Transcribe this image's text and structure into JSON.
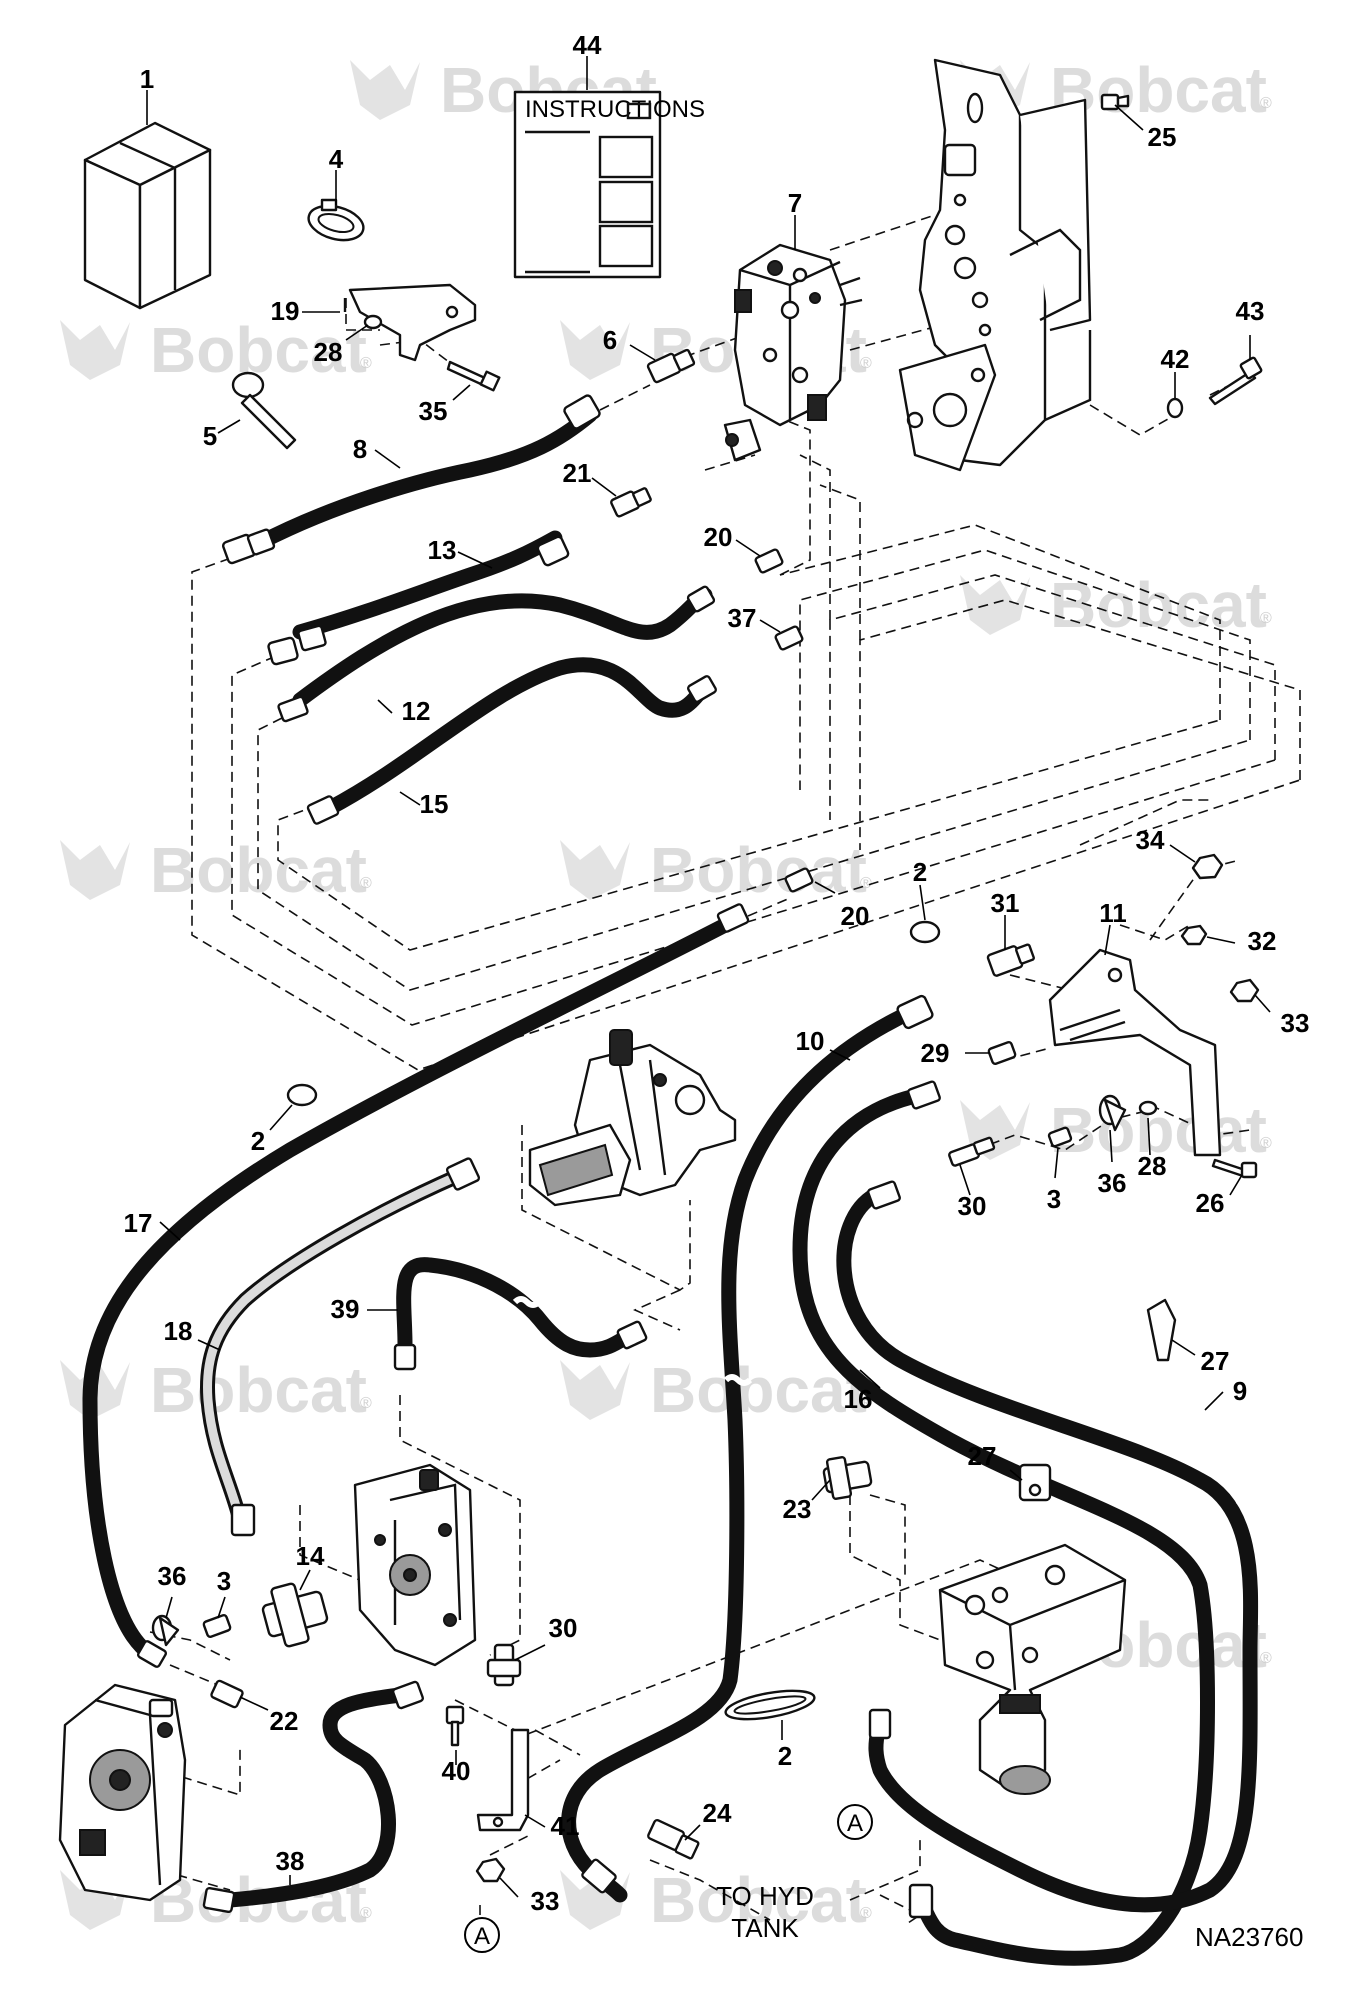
{
  "watermark": {
    "brand": "Bobcat",
    "mark": "®"
  },
  "document": {
    "drawing_number": "NA23760"
  },
  "instructions_sheet": {
    "heading": "INSTRUCTIONS"
  },
  "notes": {
    "hyd_tank_line1": "TO HYD",
    "hyd_tank_line2": "TANK"
  },
  "connection_refs": [
    {
      "label": "A"
    },
    {
      "label": "A"
    }
  ],
  "callouts": [
    {
      "label": "1"
    },
    {
      "label": "44"
    },
    {
      "label": "4"
    },
    {
      "label": "7"
    },
    {
      "label": "25"
    },
    {
      "label": "19"
    },
    {
      "label": "28"
    },
    {
      "label": "6"
    },
    {
      "label": "43"
    },
    {
      "label": "42"
    },
    {
      "label": "35"
    },
    {
      "label": "5"
    },
    {
      "label": "8"
    },
    {
      "label": "21"
    },
    {
      "label": "13"
    },
    {
      "label": "20"
    },
    {
      "label": "37"
    },
    {
      "label": "12"
    },
    {
      "label": "15"
    },
    {
      "label": "34"
    },
    {
      "label": "2"
    },
    {
      "label": "31"
    },
    {
      "label": "11"
    },
    {
      "label": "20"
    },
    {
      "label": "32"
    },
    {
      "label": "33"
    },
    {
      "label": "10"
    },
    {
      "label": "29"
    },
    {
      "label": "2"
    },
    {
      "label": "36"
    },
    {
      "label": "28"
    },
    {
      "label": "30"
    },
    {
      "label": "3"
    },
    {
      "label": "26"
    },
    {
      "label": "17"
    },
    {
      "label": "39"
    },
    {
      "label": "27"
    },
    {
      "label": "18"
    },
    {
      "label": "9"
    },
    {
      "label": "16"
    },
    {
      "label": "27"
    },
    {
      "label": "23"
    },
    {
      "label": "14"
    },
    {
      "label": "36"
    },
    {
      "label": "3"
    },
    {
      "label": "30"
    },
    {
      "label": "22"
    },
    {
      "label": "2"
    },
    {
      "label": "40"
    },
    {
      "label": "24"
    },
    {
      "label": "41"
    },
    {
      "label": "38"
    },
    {
      "label": "33"
    }
  ],
  "colors": {
    "line": "#111111",
    "watermark": "#dcdcdc",
    "background": "#ffffff"
  }
}
